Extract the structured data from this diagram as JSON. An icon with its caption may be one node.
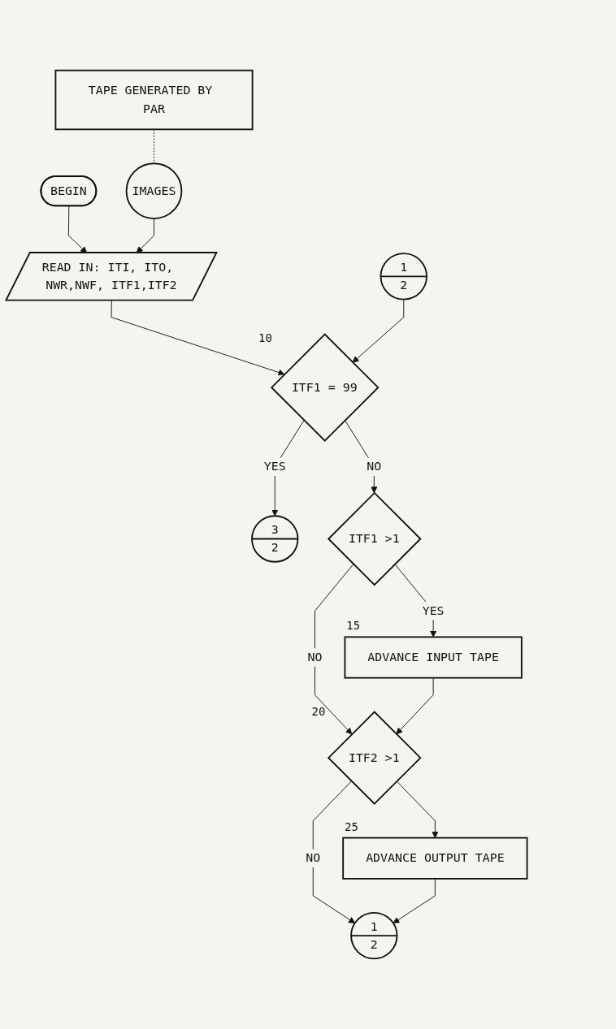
{
  "diagram": {
    "nodes": [
      {
        "text": [
          "TAPE GENERATED BY PAR"
        ]
      },
      {
        "text": [
          "BEGIN"
        ]
      },
      {
        "text": [
          "READ IN: ITI, ITO, NWR,NWF, ITF1,ITF2"
        ]
      },
      {
        "text": [
          "IMAGES"
        ]
      },
      {
        "text": [
          "1",
          "2"
        ]
      },
      {
        "text": [
          "ITF1 = 99"
        ],
        "beside": [
          "10"
        ]
      },
      {
        "text": [
          "3",
          "2"
        ]
      },
      {
        "text": [
          "ITF1 >1"
        ]
      },
      {
        "text": [
          "ADVANCE INPUT TAPE"
        ],
        "beside": [
          "15"
        ]
      },
      {
        "text": [
          "ITF2 >1"
        ],
        "beside": [
          "20"
        ]
      },
      {
        "text": [
          "ADVANCE OUTPUT TAPE"
        ],
        "beside": [
          "25"
        ]
      },
      {
        "text": [
          "1",
          "2"
        ]
      }
    ],
    "edges": [
      {
        "from": 0,
        "to": 3,
        "arrow": "none",
        "style": "dashed"
      },
      {
        "from": 1,
        "to": 2,
        "arrow": "to"
      },
      {
        "from": 3,
        "to": 2,
        "arrow": "to"
      },
      {
        "from": 2,
        "to": 5,
        "arrow": "to"
      },
      {
        "from": 4,
        "to": 5,
        "arrow": "to"
      },
      {
        "from": 5,
        "to": 6,
        "label": "YES",
        "arrow": "to"
      },
      {
        "from": 5,
        "to": 7,
        "label": "NO",
        "arrow": "to"
      },
      {
        "from": 7,
        "to": 8,
        "label": "YES",
        "arrow": "to"
      },
      {
        "from": 7,
        "to": 9,
        "label": "NO",
        "arrow": "to"
      },
      {
        "from": 8,
        "to": 9,
        "arrow": "to"
      },
      {
        "from": 9,
        "to": 10,
        "arrow": "to"
      },
      {
        "from": 9,
        "to": 11,
        "label": "NO",
        "arrow": "to"
      },
      {
        "from": 10,
        "to": 11,
        "arrow": "to"
      }
    ]
  }
}
